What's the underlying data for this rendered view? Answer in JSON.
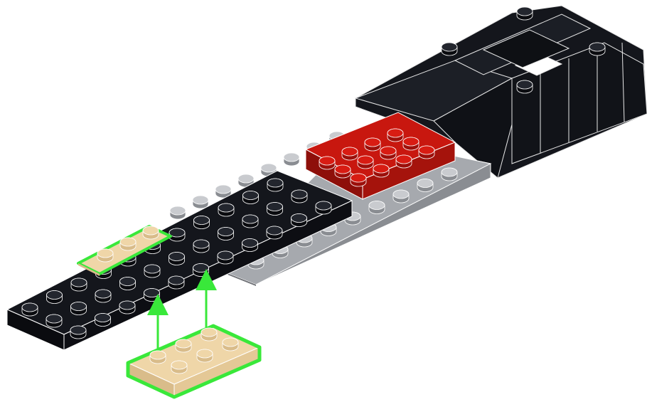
{
  "scene": {
    "kind": "lego-building-instruction-step",
    "description_visible_text": "",
    "colors": {
      "background": "#ffffff",
      "black_part": "#14161c",
      "black_part_side": "#0a0b0f",
      "black_stud_top": "#23262e",
      "gray_plate_top": "#a6a9ae",
      "gray_plate_side": "#8a8d92",
      "gray_stud_top": "#c9cbcf",
      "red_plate_top": "#c8170f",
      "red_plate_side": "#8e0f0a",
      "tan_part_top": "#efd6a8",
      "tan_part_side": "#d9bc8a",
      "highlight_green": "#39e83a",
      "edge_line": "#f0f0f0"
    },
    "parts": [
      {
        "name": "black-long-plate",
        "color": "black"
      },
      {
        "name": "gray-base-plate",
        "color": "gray"
      },
      {
        "name": "red-plate",
        "color": "red"
      },
      {
        "name": "black-cockpit-assembly",
        "color": "black"
      },
      {
        "name": "tan-2x3-plate",
        "color": "tan",
        "highlighted": true
      },
      {
        "name": "tan-target-slot",
        "color": "tan",
        "highlighted": true
      }
    ],
    "arrows": [
      {
        "name": "placement-arrow-left",
        "direction": "up"
      },
      {
        "name": "placement-arrow-right",
        "direction": "up"
      }
    ]
  }
}
